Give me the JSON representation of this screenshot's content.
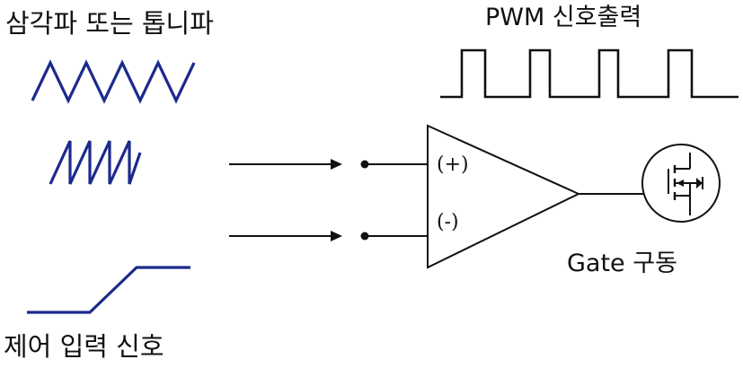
{
  "labels": {
    "carrier_wave": "삼각파 또는 톱니파",
    "pwm_output": "PWM 신호출력",
    "gate_drive": "Gate 구동",
    "control_input": "제어 입력 신호"
  },
  "comparator": {
    "plus_input": "(+)",
    "minus_input": "(-)"
  },
  "colors": {
    "waveform": "#1c2a8c",
    "line": "#111111"
  },
  "icons": {
    "transistor": "mosfet-icon"
  }
}
